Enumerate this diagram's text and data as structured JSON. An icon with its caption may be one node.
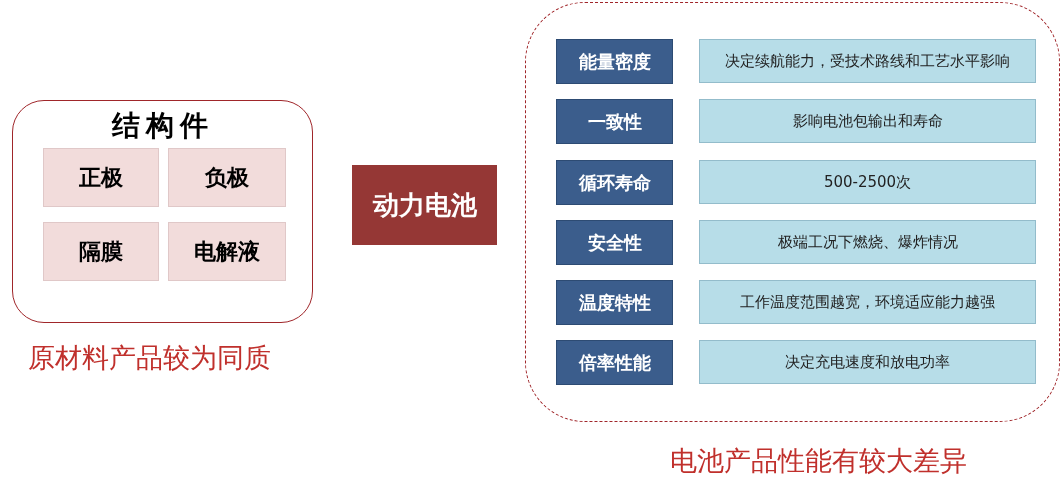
{
  "diagram": {
    "nodes": [
      {
        "text": [
          "结构件"
        ],
        "beside": [
          "原材料产品较为同质"
        ]
      },
      {
        "text": [
          "正极"
        ],
        "in": 0
      },
      {
        "text": [
          "负极"
        ],
        "in": 0
      },
      {
        "text": [
          "隔膜"
        ],
        "in": 0
      },
      {
        "text": [
          "电解液"
        ],
        "in": 0
      },
      {
        "text": [
          "动力电池"
        ]
      },
      {
        "text": [],
        "shape": "box",
        "beside": [
          "电池产品性能有较大差异"
        ]
      },
      {
        "text": [
          "能量密度"
        ],
        "in": 6
      },
      {
        "text": [
          "决定续航能力，受技术路线和工艺水平影响"
        ],
        "in": 6
      },
      {
        "text": [
          "一致性"
        ],
        "in": 6
      },
      {
        "text": [
          "影响电池包输出和寿命"
        ],
        "in": 6
      },
      {
        "text": [
          "循环寿命"
        ],
        "in": 6
      },
      {
        "text": [
          "500-2500次"
        ],
        "in": 6
      },
      {
        "text": [
          "安全性"
        ],
        "in": 6
      },
      {
        "text": [
          "极端工况下燃烧、爆炸情况"
        ],
        "in": 6
      },
      {
        "text": [
          "温度特性"
        ],
        "in": 6
      },
      {
        "text": [
          "工作温度范围越宽，环境适应能力越强"
        ],
        "in": 6
      },
      {
        "text": [
          "倍率性能"
        ],
        "in": 6
      },
      {
        "text": [
          "决定充电速度和放电功率"
        ],
        "in": 6
      }
    ]
  }
}
